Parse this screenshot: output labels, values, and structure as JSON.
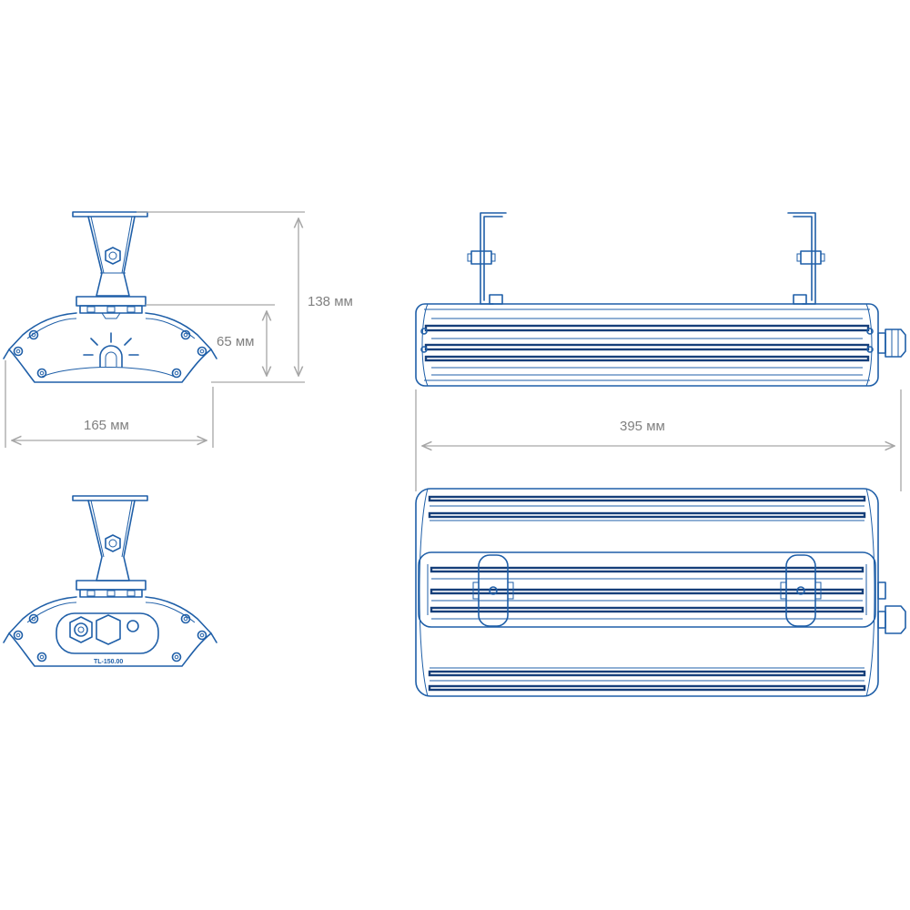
{
  "dimensions": {
    "height_total": "138 мм",
    "height_body": "65 мм",
    "width_body": "165 мм",
    "length_body": "395 мм"
  },
  "labels": {
    "model_plate": "TL-150.00"
  },
  "colors": {
    "line": "#1f5fa8",
    "line_dark": "#163f7a",
    "dimension": "#a6a6a6",
    "dimension_text": "#808080"
  }
}
